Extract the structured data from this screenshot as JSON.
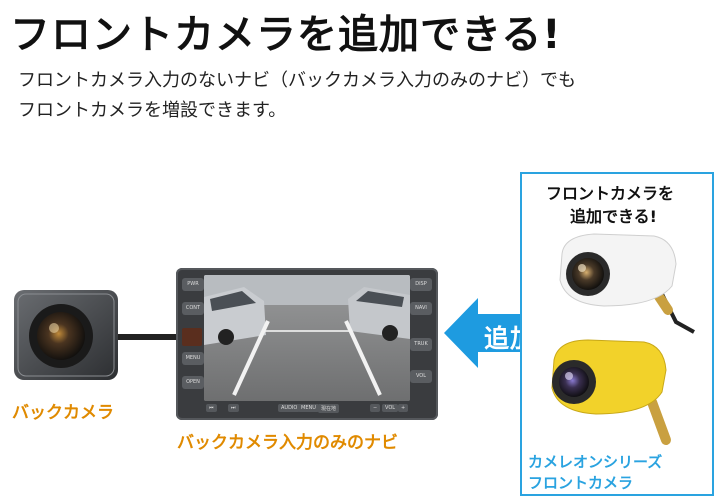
{
  "headline": "フロントカメラを追加できる!",
  "description": {
    "line1": "フロントカメラ入力のないナビ（バックカメラ入力のみのナビ）でも",
    "line2": "フロントカメラを増設できます。"
  },
  "back_camera": {
    "label": "バックカメラ"
  },
  "nav": {
    "label": "バックカメラ入力のみのナビ",
    "left_buttons": [
      "PWR",
      "CONT",
      "MENU",
      "OPEN"
    ],
    "right_buttons": [
      "DISP",
      "NAVI",
      "TRUK",
      "VOL"
    ],
    "bottom_labels": [
      "⏮",
      "⏭",
      "AUDIO",
      "MENU",
      "現在地",
      "−",
      "VOL",
      "+"
    ]
  },
  "arrow": {
    "text": "追加"
  },
  "front_box": {
    "title_line1": "フロントカメラを",
    "title_line2": "追加できる!",
    "series_line1": "カメレオンシリーズ",
    "series_line2": "フロントカメラ"
  },
  "colors": {
    "accent_orange": "#e08a00",
    "accent_blue": "#2aa3e0",
    "arrow_blue": "#1e9be0"
  }
}
